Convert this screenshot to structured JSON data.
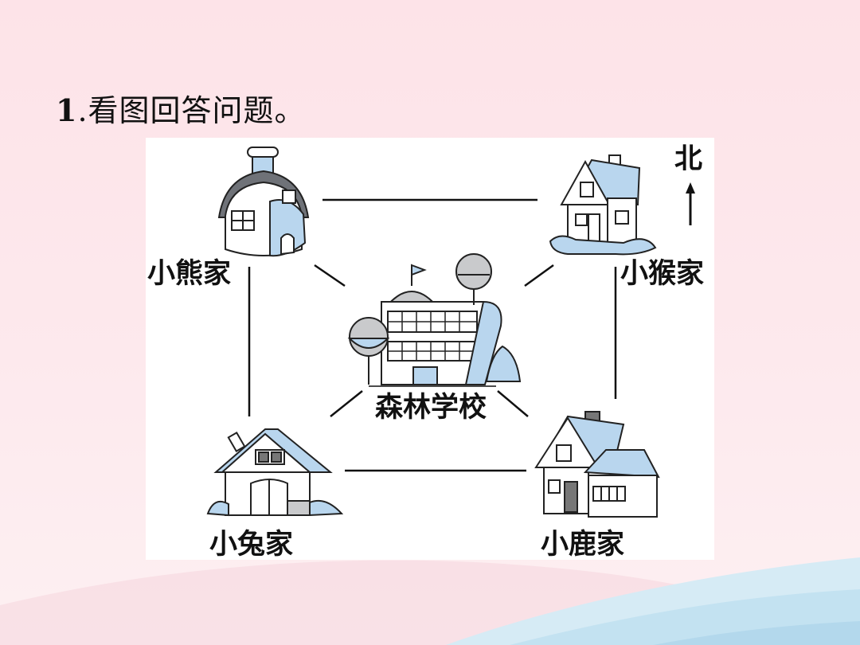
{
  "question": {
    "number": "1",
    "text": ".看图回答问题。"
  },
  "map": {
    "north_label": "北",
    "places": {
      "bear": "小熊家",
      "monkey": "小猴家",
      "school": "森林学校",
      "rabbit": "小兔家",
      "deer": "小鹿家"
    }
  },
  "colors": {
    "roof_blue": "#b9d6ee",
    "wall_gray": "#c9cacc",
    "line": "#111111",
    "page_pink": "#fde6ea",
    "wave_blue": "#cfe6f3"
  }
}
